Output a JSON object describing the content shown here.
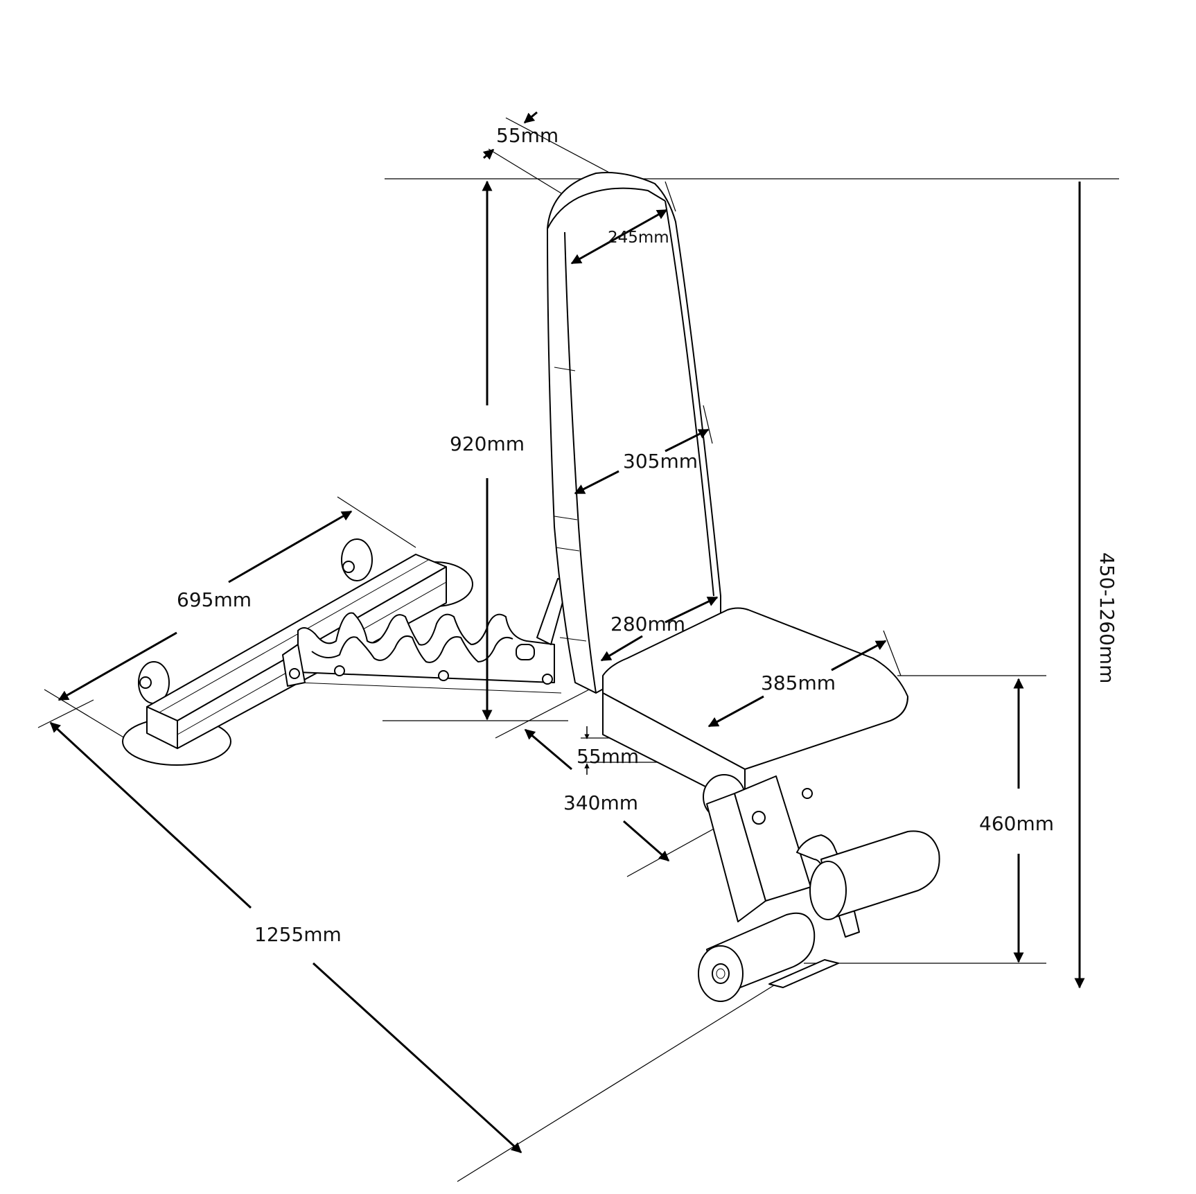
{
  "dimensions": {
    "backrest_thickness": "55mm",
    "backrest_top_width": "245mm",
    "backrest_height": "920mm",
    "backrest_width": "305mm",
    "backrest_bottom_width": "280mm",
    "front_base_length": "695mm",
    "seat_depth": "385mm",
    "seat_thickness": "55mm",
    "seat_width": "340mm",
    "seat_height": "460mm",
    "total_length": "1255mm",
    "total_height_range": "450-1260mm"
  },
  "colors": {
    "line": "#000000",
    "background": "#ffffff"
  }
}
